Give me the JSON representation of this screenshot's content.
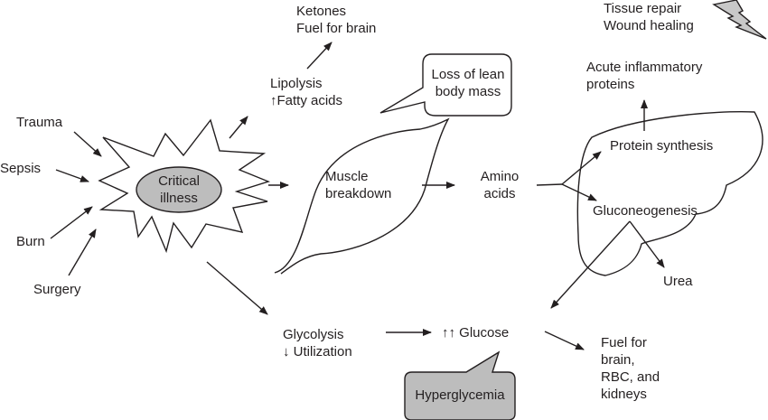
{
  "title": "Metabolic response to critical illness",
  "causes": [
    "Trauma",
    "Sepsis",
    "Burn",
    "Surgery"
  ],
  "center": {
    "line1": "Critical",
    "line2": "illness",
    "fill": "#bdbdbd"
  },
  "lipolysis": {
    "line1": "Lipolysis",
    "line2": "↑Fatty acids"
  },
  "ketones": {
    "line1": "Ketones",
    "line2": "Fuel for brain"
  },
  "callout_lean": {
    "line1": "Loss of lean",
    "line2": "body mass"
  },
  "muscle": {
    "line1": "Muscle",
    "line2": "breakdown"
  },
  "amino": {
    "line1": "Amino",
    "line2": "acids"
  },
  "tissue": {
    "line1": "Tissue repair",
    "line2": "Wound healing"
  },
  "acute": {
    "line1": "Acute inflammatory",
    "line2": "proteins"
  },
  "liver": {
    "protein_synthesis": "Protein synthesis",
    "gluconeogenesis": "Gluconeogenesis",
    "urea": "Urea"
  },
  "glycolysis": {
    "line1": "Glycolysis",
    "line2": "↓ Utilization"
  },
  "glucose": "↑↑ Glucose",
  "callout_hyper": {
    "label": "Hyperglycemia",
    "fill": "#bdbdbd"
  },
  "fuel": {
    "line1": "Fuel for",
    "line2": "brain,",
    "line3": "RBC, and",
    "line4": "kidneys"
  },
  "colors": {
    "stroke": "#231f20",
    "gray_fill": "#bdbdbd",
    "bolt_fill": "#c8c8c8"
  }
}
